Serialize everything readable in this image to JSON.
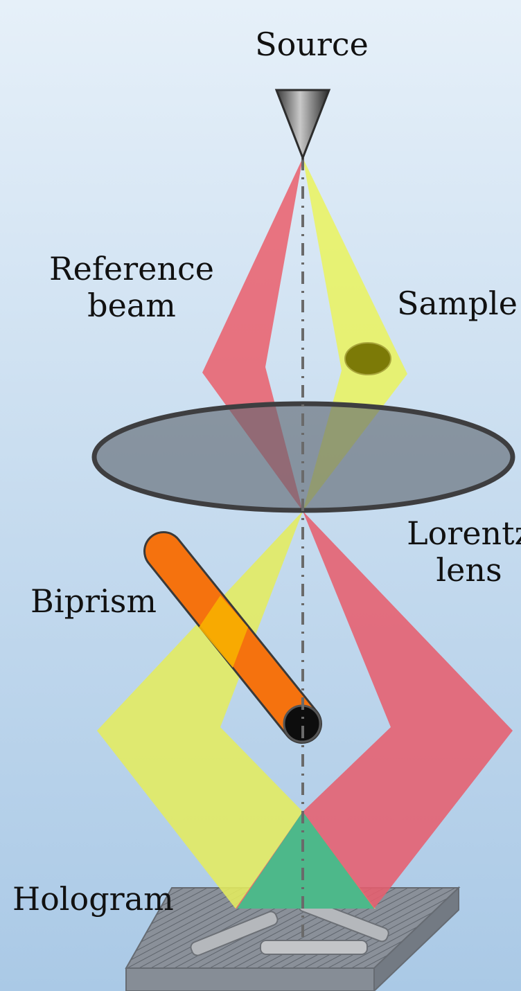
{
  "labels": {
    "source": "Source",
    "reference_beam": "Reference\nbeam",
    "sample": "Sample",
    "lorentz_lens": "Lorentz\nlens",
    "biprism": "Biprism",
    "hologram": "Hologram"
  },
  "colors": {
    "reference_beam": "#ea5f6c",
    "object_beam": "#e8f05e",
    "overlap": "#3cc08d",
    "biprism": "#f5720e",
    "lens": "#7f848c",
    "sample": "#7c7a07",
    "detector": "#8c939b"
  }
}
